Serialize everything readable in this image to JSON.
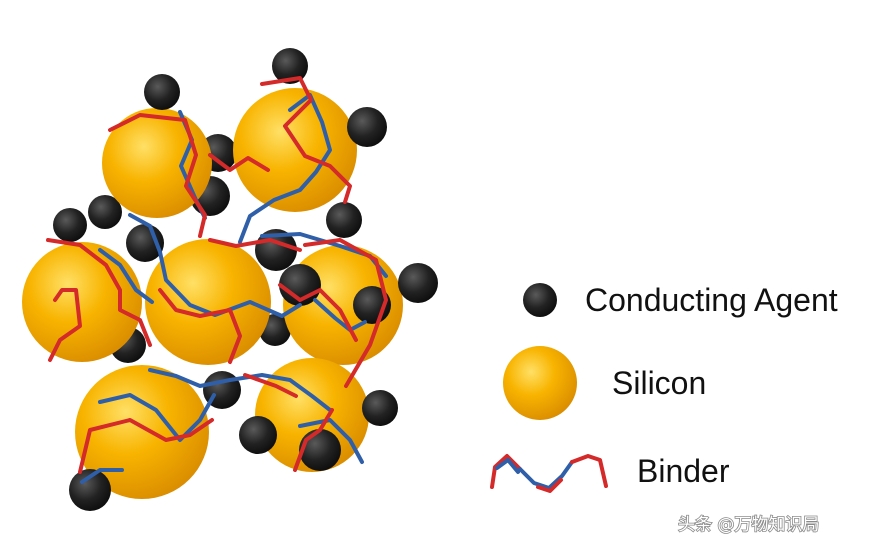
{
  "diagram": {
    "legend": {
      "conducting_agent": {
        "label": "Conducting Agent",
        "icon": "conducting-agent-sphere-icon"
      },
      "silicon": {
        "label": "Silicon",
        "icon": "silicon-sphere-icon"
      },
      "binder": {
        "label": "Binder",
        "icon": "binder-chain-icon"
      }
    }
  },
  "watermark": {
    "text": "头条 @万物知识局"
  },
  "colors": {
    "background": "#ffffff",
    "silicon": "#f5a800",
    "silicon_highlight": "#ffd84a",
    "conducting_agent": "#1a1a1a",
    "binder_red": "#d42a2a",
    "binder_blue": "#2f5fa8"
  }
}
